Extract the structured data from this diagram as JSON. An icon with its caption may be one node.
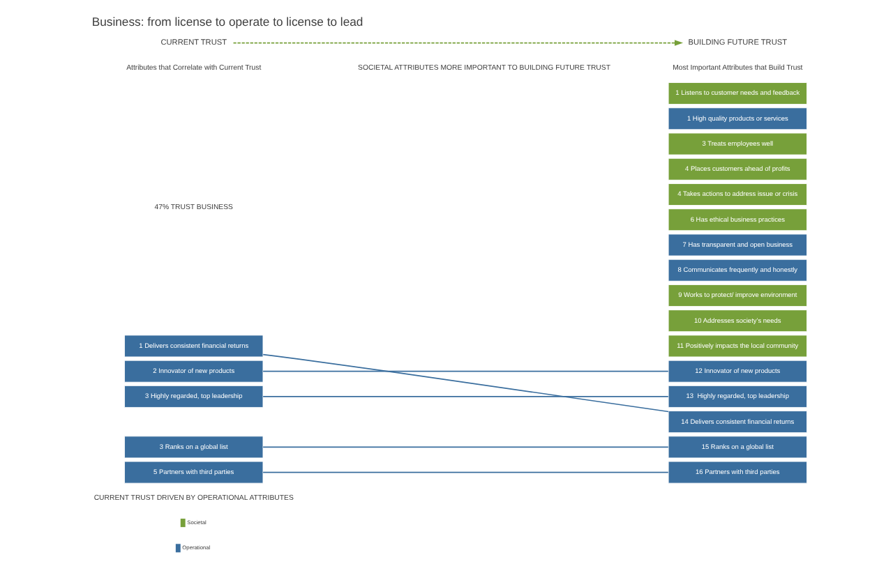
{
  "diagram": {
    "title": "Business: from license to operate to license to lead",
    "nodes": [
      {
        "text": [
          "1 Delivers consistent financial returns"
        ]
      },
      {
        "text": [
          "2 Innovator of new products"
        ]
      },
      {
        "text": [
          "3 Highly regarded, top leadership"
        ]
      },
      {
        "text": [
          "3 Ranks on a global list"
        ]
      },
      {
        "text": [
          "5 Partners with third parties"
        ]
      },
      {
        "text": [
          "1 Listens to customer needs and feedback"
        ]
      },
      {
        "text": [
          "1 High quality products or services"
        ]
      },
      {
        "text": [
          "3 Treats employees well"
        ]
      },
      {
        "text": [
          "4 Places customers ahead of profits"
        ]
      },
      {
        "text": [
          "4 Takes actions to address issue or crisis"
        ]
      },
      {
        "text": [
          "6 Has ethical business practices"
        ]
      },
      {
        "text": [
          "7 Has transparent and open business"
        ]
      },
      {
        "text": [
          "8 Communicates frequently and honestly"
        ]
      },
      {
        "text": [
          "9 Works to protect/ improve environment"
        ]
      },
      {
        "text": [
          "10 Addresses society’s needs"
        ]
      },
      {
        "text": [
          "11 Positively impacts the local community"
        ]
      },
      {
        "text": [
          "12 Innovator of new products"
        ]
      },
      {
        "text": [
          "13  Highly regarded, top leadership"
        ]
      },
      {
        "text": [
          "14 Delivers consistent financial returns"
        ]
      },
      {
        "text": [
          "15 Ranks on a global list"
        ]
      },
      {
        "text": [
          "16 Partners with third parties"
        ]
      },
      {
        "text": [
          "CURRENT TRUST"
        ]
      },
      {
        "text": [
          "BUILDING FUTURE TRUST"
        ]
      }
    ],
    "edges": [
      {
        "from": 21,
        "to": 22,
        "arrow": "to",
        "style": "dashed",
        "color": "#77a03a"
      },
      {
        "from": 0,
        "to": 18,
        "arrow": "none"
      },
      {
        "from": 1,
        "to": 16,
        "arrow": "none"
      },
      {
        "from": 2,
        "to": 17,
        "arrow": "none"
      },
      {
        "from": 3,
        "to": 19,
        "arrow": "none"
      },
      {
        "from": 4,
        "to": 20,
        "arrow": "none"
      }
    ],
    "labels": [
      "Attributes that Correlate with Current Trust",
      "47% TRUST BUSINESS",
      "SOCIETAL ATTRIBUTES MORE IMPORTANT TO BUILDING FUTURE TRUST",
      "Most Important Attributes that Build Trust",
      "CURRENT TRUST DRIVEN BY OPERATIONAL ATTRIBUTES"
    ],
    "legend": [
      {
        "text": "Societal",
        "color": "#77a03a"
      },
      {
        "text": "Operational",
        "color": "#3a6e9e"
      }
    ]
  }
}
